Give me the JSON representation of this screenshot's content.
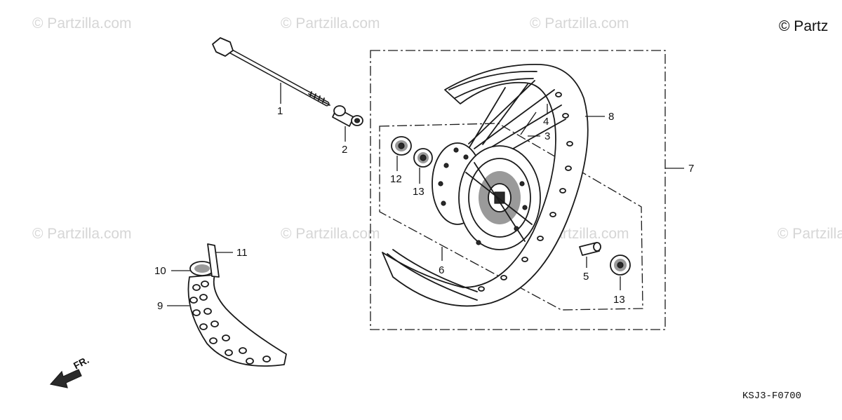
{
  "watermark_text": "© Partzilla.com",
  "copyright_text": "© Partz",
  "diagram_code": "KSJ3-F0700",
  "front_arrow_label": "FR.",
  "callouts": {
    "c1": "1",
    "c2": "2",
    "c3": "3",
    "c4": "4",
    "c5": "5",
    "c6": "6",
    "c7": "7",
    "c8": "8",
    "c9": "9",
    "c10": "10",
    "c11": "11",
    "c12": "12",
    "c13a": "13",
    "c13b": "13"
  }
}
